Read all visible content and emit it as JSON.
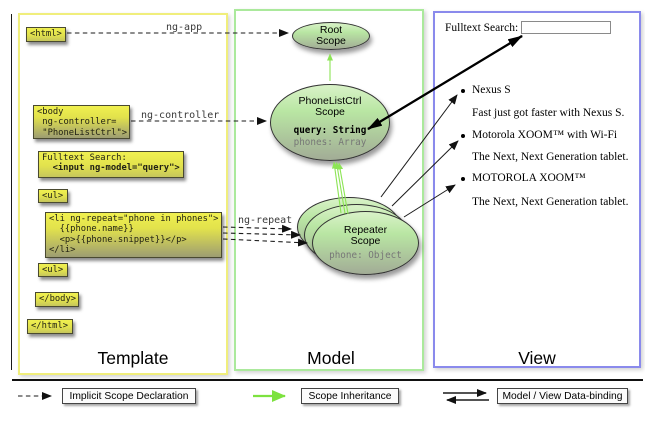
{
  "columns": {
    "template": {
      "label": "Template"
    },
    "model": {
      "label": "Model"
    },
    "view": {
      "label": "View"
    }
  },
  "template_code": {
    "html_open": "<html>",
    "body_open_l1": "<body",
    "body_open_l2": " ng-controller=",
    "body_open_l3": " \"PhoneListCtrl\">",
    "fulltext_l1": "Fulltext Search:",
    "fulltext_l2": "  <input ng-model=\"query\">",
    "ul_open": "<ul>",
    "li_l1": "<li ng-repeat=\"phone in phones\">",
    "li_l2": "  {{phone.name}}",
    "li_l3": "  <p>{{phone.snippet}}</p>",
    "li_l4": "</li>",
    "ul_close": "<ul>",
    "body_close": "</body>",
    "html_close": "</html>"
  },
  "directive_labels": {
    "ng_app": "ng-app",
    "ng_controller": "ng-controller",
    "ng_repeat": "ng-repeat"
  },
  "scopes": {
    "root": {
      "line1": "Root",
      "line2": "Scope"
    },
    "phonelistctrl": {
      "line1": "PhoneListCtrl",
      "line2": "Scope",
      "prop1": "query: String",
      "prop2": "phones: Array"
    },
    "repeater": {
      "line1": "Repeater",
      "line2": "Scope",
      "prop1": "phone: Object"
    }
  },
  "view": {
    "search_label": "Fulltext Search:",
    "search_value": "",
    "items": [
      {
        "title": "Nexus S",
        "desc": "Fast just got faster with Nexus S."
      },
      {
        "title": "Motorola XOOM™ with Wi-Fi",
        "desc": "The Next, Next Generation tablet."
      },
      {
        "title": "MOTOROLA XOOM™",
        "desc": "The Next, Next Generation tablet."
      }
    ]
  },
  "legend": {
    "implicit": "Implicit Scope Declaration",
    "inheritance": "Scope Inheritance",
    "binding": "Model / View Data-binding"
  },
  "colors": {
    "box_yellow": "#eeee4e",
    "scope_green": "#b8e6a1",
    "template_border": "#f0ee7c",
    "model_border": "#abe99c",
    "view_border": "#8a8aec",
    "arrow_green": "#8ce455"
  }
}
